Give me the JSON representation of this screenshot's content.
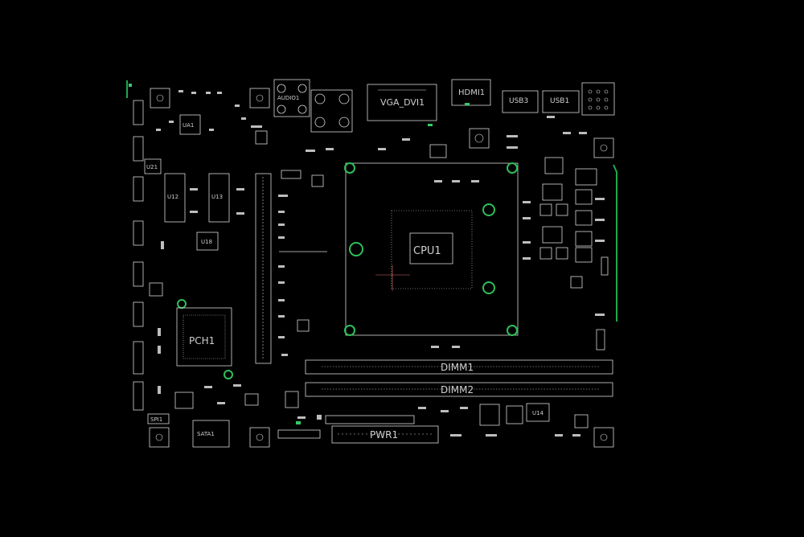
{
  "labels": {
    "audio": "AUDIO1",
    "vga": "VGA_DVI1",
    "hdmi": "HDMI1",
    "usb3": "USB3",
    "usb1": "USB1",
    "cpu": "CPU1",
    "dimm1": "DIMM1",
    "dimm2": "DIMM2",
    "pch": "PCH1",
    "ua1": "UA1",
    "u21": "U21",
    "u18": "U18",
    "u14": "U14",
    "u12": "U12",
    "u13": "U13",
    "spi": "SPI1",
    "pwr": "PWR1",
    "sata": "SATA1"
  },
  "colors": {
    "background": "#000000",
    "outline": "#d8d8d8",
    "mounting_hole": "#2fbf5a",
    "trace": "#1fa84a"
  }
}
